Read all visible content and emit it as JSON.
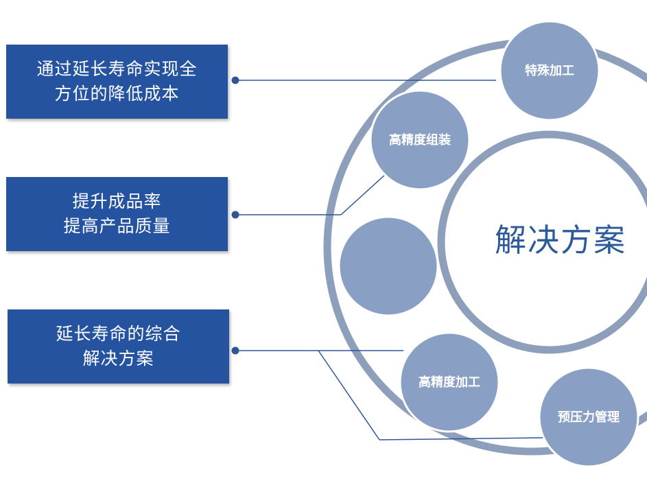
{
  "diagram": {
    "boxes": [
      {
        "line1": "通过延长寿命实现全",
        "line2": "方位的降低成本"
      },
      {
        "line1": "提升成品率",
        "line2": "提高产品质量"
      },
      {
        "line1": "延长寿命的综合",
        "line2": "解决方案"
      }
    ],
    "center": "解决方案",
    "nodes": [
      {
        "label": "特殊加工"
      },
      {
        "label": "高精度组装"
      },
      {
        "label": ""
      },
      {
        "label": "高精度加工"
      },
      {
        "label": "预压力管理"
      }
    ]
  },
  "colors": {
    "box_fill": "#2553a0",
    "ring_stroke": "#8e9fbc",
    "ball_fill": "#8a9fc4",
    "ball_stroke": "#ffffff",
    "connector": "#2f5597",
    "center_text": "#2c5a9a"
  }
}
